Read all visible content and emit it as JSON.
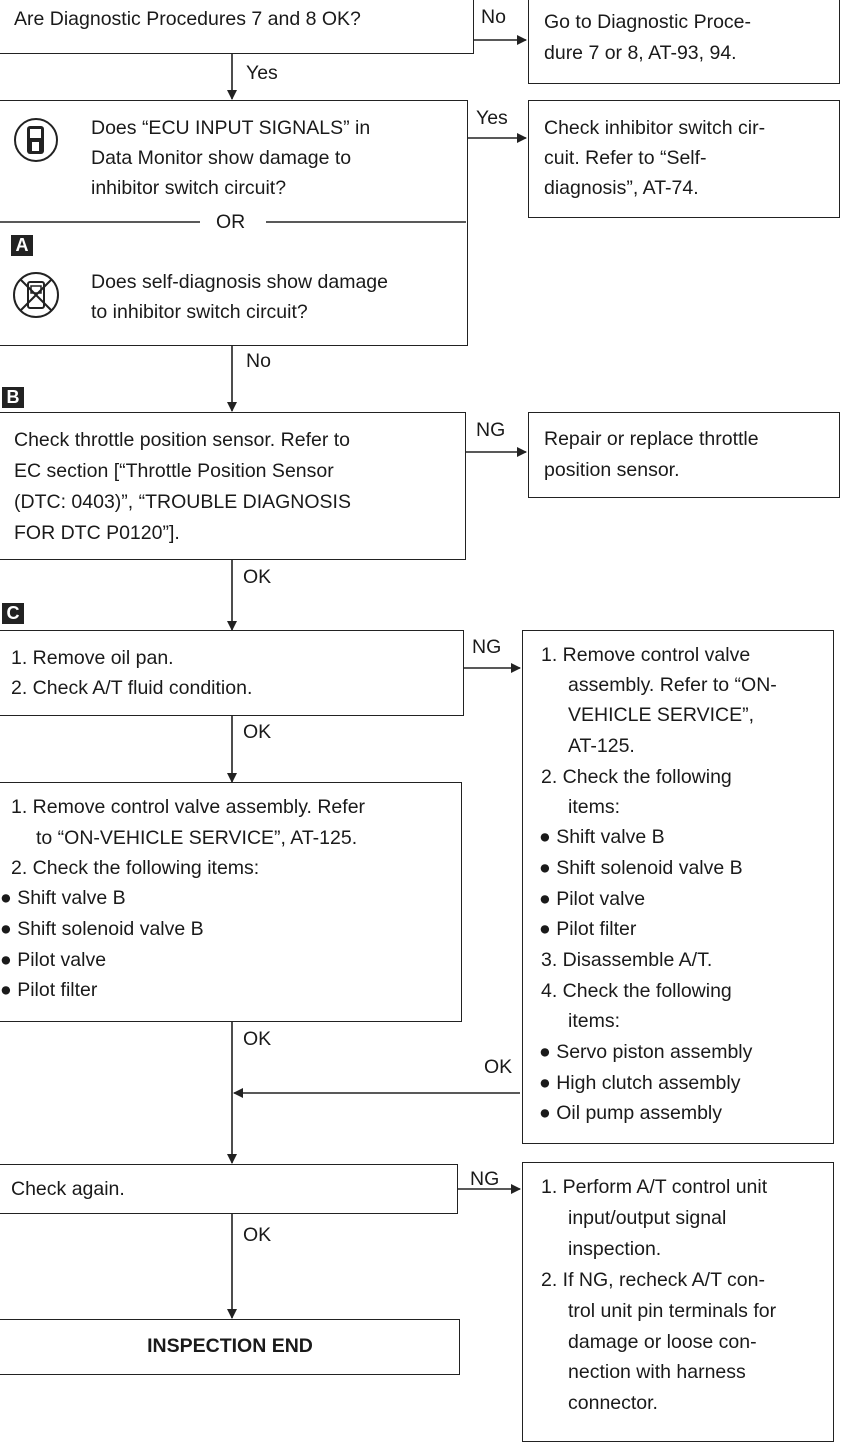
{
  "q1": {
    "text": "Are Diagnostic Procedures 7 and 8 OK?",
    "no_label": "No",
    "yes_label": "Yes"
  },
  "q1_no_box": {
    "lines": [
      "Go to Diagnostic Proce-",
      "dure 7 or 8, AT-93, 94."
    ]
  },
  "q2": {
    "lines_a": [
      "Does “ECU INPUT SIGNALS” in",
      "Data Monitor show damage to",
      "inhibitor switch circuit?"
    ],
    "or": "OR",
    "lines_b": [
      "Does self-diagnosis show damage",
      "to inhibitor switch circuit?"
    ],
    "yes_label": "Yes",
    "no_label": "No"
  },
  "q2_yes_box": {
    "lines": [
      "Check inhibitor switch cir-",
      "cuit. Refer to “Self-",
      "diagnosis”, AT-74."
    ]
  },
  "markers": {
    "a": "A",
    "b": "B",
    "c": "C"
  },
  "q3": {
    "lines": [
      "Check throttle position sensor. Refer to",
      "EC section [“Throttle Position Sensor",
      "(DTC: 0403)”, “TROUBLE DIAGNOSIS",
      "FOR DTC P0120”]."
    ],
    "ng_label": "NG",
    "ok_label": "OK"
  },
  "q3_ng_box": {
    "lines": [
      "Repair or replace throttle",
      "position sensor."
    ]
  },
  "q4": {
    "lines": [
      "1. Remove oil pan.",
      "2. Check A/T fluid condition."
    ],
    "ng_label": "NG",
    "ok_label": "OK"
  },
  "q4_ng_box": {
    "lines": [
      "1. Remove control valve",
      "assembly. Refer to “ON-",
      "VEHICLE SERVICE”,",
      "AT-125.",
      "2. Check the following",
      "items:",
      "Shift valve B",
      "Shift solenoid valve B",
      "Pilot valve",
      "Pilot filter",
      "3. Disassemble A/T.",
      "4. Check the following",
      "items:",
      "Servo piston assembly",
      "High clutch assembly",
      "Oil pump assembly"
    ],
    "ok_label": "OK"
  },
  "q5": {
    "lines": [
      "1. Remove control valve assembly. Refer",
      "to “ON-VEHICLE SERVICE”, AT-125.",
      "2. Check the following items:",
      "Shift valve B",
      "Shift solenoid valve B",
      "Pilot valve",
      "Pilot filter"
    ],
    "ok_label": "OK"
  },
  "q6": {
    "text": "Check again.",
    "ng_label": "NG",
    "ok_label": "OK"
  },
  "q6_ng_box": {
    "lines": [
      "1. Perform A/T control unit",
      "input/output signal",
      "inspection.",
      "2. If NG, recheck A/T con-",
      "trol unit pin terminals for",
      "damage or loose con-",
      "nection with harness",
      "connector."
    ]
  },
  "end": {
    "text": "INSPECTION END"
  }
}
